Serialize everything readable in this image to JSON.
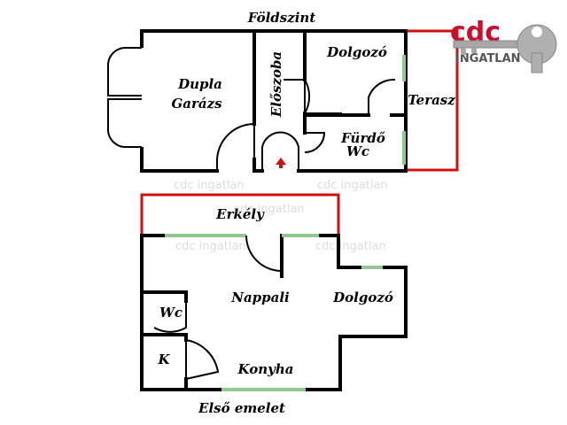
{
  "floors": {
    "ground_title": "Földszint",
    "first_title": "Első emelet"
  },
  "rooms": {
    "dupla": "Dupla",
    "garazs": "Garázs",
    "eloszoba": "Előszoba",
    "dolgozo_ground": "Dolgozó",
    "terasz": "Terasz",
    "furdo": "Fürdő",
    "wc_ground": "Wc",
    "erkely": "Erkély",
    "nappali": "Nappali",
    "dolgozo_first": "Dolgozó",
    "wc_first": "Wc",
    "k": "K",
    "konyha": "Konyha"
  },
  "logo": {
    "cdc": "cdc",
    "ingatlan": "INGATLAN"
  },
  "watermark": "cdc ingatlan",
  "colors": {
    "wall": "#000000",
    "window": "#90c890",
    "outline": "#d01010",
    "arrow": "#d01010",
    "logo": "#c8102e",
    "key": "#a0a0a0"
  }
}
